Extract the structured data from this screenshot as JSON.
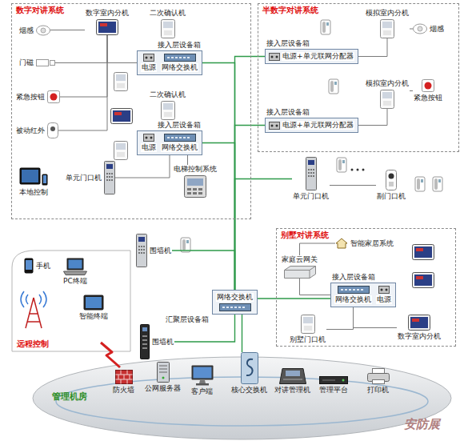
{
  "diagram": {
    "nodes": [
      {
        "text": [
          "数字对讲系统"
        ]
      },
      {
        "text": [
          "半数字对讲系统"
        ]
      },
      {
        "text": [
          "别墅对讲系统"
        ]
      },
      {
        "text": [
          "远程控制"
        ]
      },
      {
        "text": [
          "管理机房"
        ]
      },
      {
        "text": [
          "数字室内分机"
        ],
        "in": 0
      },
      {
        "text": [
          "二次确认机"
        ],
        "in": 0
      },
      {
        "text": [
          "烟感"
        ],
        "in": 0
      },
      {
        "text": [
          "门磁"
        ],
        "in": 0
      },
      {
        "text": [
          "紧急按钮"
        ],
        "in": 0
      },
      {
        "text": [
          "被动红外"
        ],
        "in": 0
      },
      {
        "text": [
          "接入层设备箱"
        ],
        "in": 0
      },
      {
        "text": [
          "电源"
        ],
        "in": 11
      },
      {
        "text": [
          "网络交换机"
        ],
        "in": 11
      },
      {
        "text": [
          "二次确认机"
        ],
        "in": 0
      },
      {
        "text": [
          "接入层设备箱"
        ],
        "in": 0
      },
      {
        "text": [
          "电源"
        ],
        "in": 15
      },
      {
        "text": [
          "网络交换机"
        ],
        "in": 15
      },
      {
        "text": [
          "本地控制"
        ],
        "in": 0
      },
      {
        "text": [
          "单元门口机"
        ],
        "in": 0
      },
      {
        "text": [
          "电梯控制系统"
        ],
        "in": 0
      },
      {
        "text": [
          "模拟室内分机"
        ],
        "in": 1
      },
      {
        "text": [
          "接入层设备箱"
        ],
        "in": 1
      },
      {
        "text": [
          "电源+单元联网分配器"
        ],
        "in": 22
      },
      {
        "text": [
          "烟感"
        ],
        "in": 1
      },
      {
        "text": [
          "模拟室内分机"
        ],
        "in": 1
      },
      {
        "text": [
          "接入层设备箱"
        ],
        "in": 1
      },
      {
        "text": [
          "电源+单元联网分配器"
        ],
        "in": 26
      },
      {
        "text": [
          "紧急按钮"
        ],
        "in": 1
      },
      {
        "text": [
          "单元门口机"
        ]
      },
      {
        "text": [
          "副门口机"
        ]
      },
      {
        "text": [
          "围墙机"
        ]
      },
      {
        "text": [
          "汇聚层设备箱"
        ]
      },
      {
        "text": [
          "网络交换机"
        ],
        "in": 32
      },
      {
        "text": [
          "围墙机"
        ]
      },
      {
        "text": [
          "智能家居系统"
        ],
        "in": 2
      },
      {
        "text": [
          "家庭云网关"
        ],
        "in": 2
      },
      {
        "text": [
          "接入层设备箱"
        ],
        "in": 2
      },
      {
        "text": [
          "电源"
        ],
        "in": 37
      },
      {
        "text": [
          "网络交换机"
        ],
        "in": 37
      },
      {
        "text": [
          "别墅门口机"
        ],
        "in": 2
      },
      {
        "text": [
          "数字室内分机"
        ],
        "in": 2
      },
      {
        "text": [
          "手机"
        ],
        "in": 3
      },
      {
        "text": [
          "PC终端"
        ],
        "in": 3
      },
      {
        "text": [
          "智能终端"
        ],
        "in": 3
      },
      {
        "text": [
          "防火墙"
        ],
        "in": 4
      },
      {
        "text": [
          "公网服务器"
        ],
        "in": 4
      },
      {
        "text": [
          "客户端"
        ],
        "in": 4
      },
      {
        "text": [
          "核心交换机"
        ],
        "in": 4
      },
      {
        "text": [
          "对讲管理机"
        ],
        "in": 4
      },
      {
        "text": [
          "管理平台"
        ],
        "in": 4
      },
      {
        "text": [
          "打印机"
        ],
        "in": 4
      }
    ],
    "edges": [
      {
        "from": 7,
        "to": 5,
        "arrow": "none"
      },
      {
        "from": 8,
        "to": 5,
        "arrow": "none"
      },
      {
        "from": 9,
        "to": 5,
        "arrow": "none"
      },
      {
        "from": 10,
        "to": 5,
        "arrow": "none"
      },
      {
        "from": 5,
        "to": 11,
        "arrow": "none"
      },
      {
        "from": 13,
        "to": 33,
        "arrow": "none"
      },
      {
        "from": 19,
        "to": 15,
        "arrow": "none"
      },
      {
        "from": 20,
        "to": 15,
        "arrow": "none"
      },
      {
        "from": 17,
        "to": 33,
        "arrow": "none"
      },
      {
        "from": 24,
        "to": 21,
        "arrow": "none"
      },
      {
        "from": 21,
        "to": 23,
        "arrow": "none"
      },
      {
        "from": 28,
        "to": 25,
        "arrow": "none"
      },
      {
        "from": 25,
        "to": 27,
        "arrow": "none"
      },
      {
        "from": 23,
        "to": 33,
        "arrow": "none"
      },
      {
        "from": 27,
        "to": 33,
        "arrow": "none"
      },
      {
        "from": 29,
        "to": 33,
        "arrow": "none"
      },
      {
        "from": 30,
        "to": 29,
        "arrow": "none"
      },
      {
        "from": 31,
        "to": 33,
        "arrow": "none"
      },
      {
        "from": 34,
        "to": 33,
        "arrow": "none"
      },
      {
        "from": 39,
        "to": 33,
        "arrow": "none"
      },
      {
        "from": 35,
        "to": 36,
        "arrow": "none"
      },
      {
        "from": 36,
        "to": 39,
        "arrow": "none"
      },
      {
        "from": 40,
        "to": 39,
        "arrow": "none"
      },
      {
        "from": 41,
        "to": 39,
        "arrow": "none"
      },
      {
        "from": 33,
        "to": 48,
        "arrow": "none"
      }
    ],
    "labels": [
      "安防展"
    ]
  }
}
